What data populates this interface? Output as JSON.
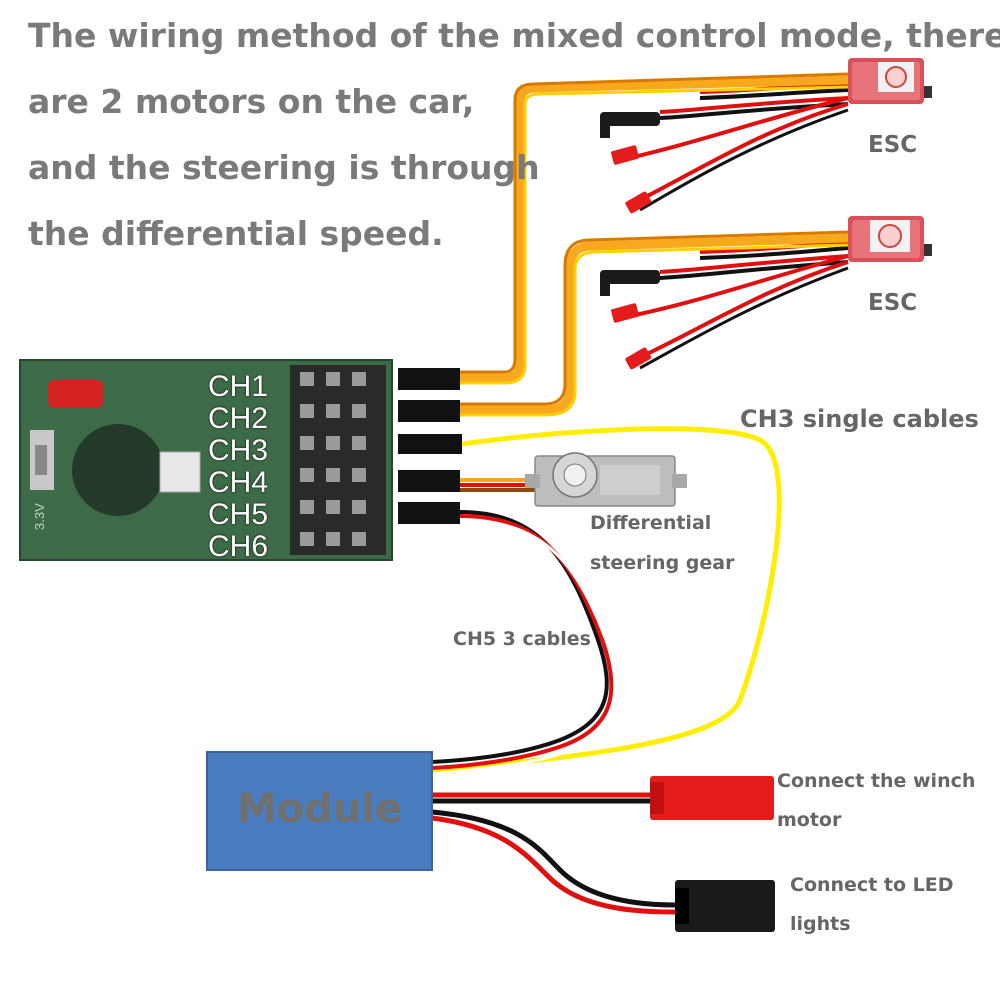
{
  "title_lines": [
    "The wiring method of the mixed control mode, there",
    "are 2 motors on the car,",
    "and the steering is through",
    "the differential speed."
  ],
  "channels": [
    "CH1",
    "CH2",
    "CH3",
    "CH4",
    "CH5",
    "CH6"
  ],
  "receiver_marking": "3.3V",
  "labels": {
    "esc_top": "ESC",
    "esc_bottom": "ESC",
    "ch3_cables": "CH3 single cables",
    "servo_line1": "Differential",
    "servo_line2": "steering gear",
    "ch5_cables": "CH5 3 cables",
    "module": "Module",
    "winch_line1": "Connect the winch",
    "winch_line2": "motor",
    "led_line1": "Connect to LED",
    "led_line2": "lights"
  },
  "colors": {
    "title_text": "#7a7a7a",
    "label_text": "#666666",
    "module_fill": "#4a7cc0",
    "module_text": "#707070",
    "wire_yellow": "#ffee00",
    "wire_orange": "#f7a81c",
    "wire_red": "#e01010",
    "wire_black": "#111111",
    "pcb_green": "#2f5b3a",
    "connector_red": "#e41c1c"
  }
}
